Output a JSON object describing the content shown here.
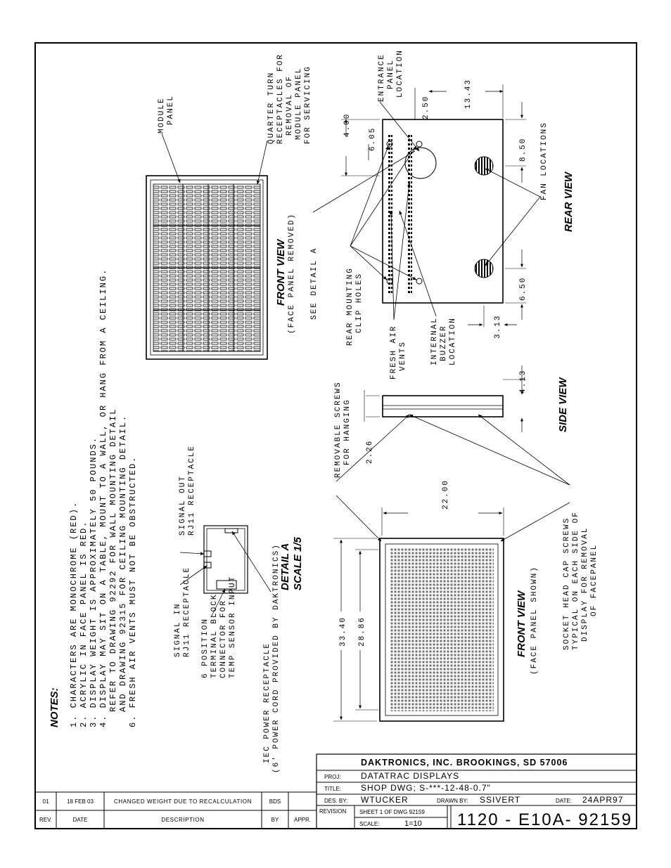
{
  "notes": {
    "title": "NOTES:",
    "items": [
      "1. CHARACTERS ARE MONOCHROME (RED).",
      "2. ACRYLIC IN FACE PANEL IS RED.",
      "3. DISPLAY WEIGHT IS APPROXIMATELY 50 POUNDS.",
      "4. DISPLAY MAY SIT ON A TABLE, MOUNT TO A WALL, OR HANG FROM A CEILING.",
      "REFER TO DRAWING 92292 FOR WALL MOUNTING DETAIL",
      "AND DRAWING 92315 FOR CEILING MOUNTING DETAIL.",
      "6. FRESH AIR VENTS MUST NOT BE OBSTRUCTED."
    ]
  },
  "views": {
    "front_removed": {
      "title": "FRONT VIEW",
      "subtitle": "(FACE PANEL REMOVED)",
      "see_detail": "SEE DETAIL A"
    },
    "front_shown": {
      "title": "FRONT VIEW",
      "subtitle": "(FACE PANEL SHOWN)"
    },
    "side": {
      "title": "SIDE VIEW"
    },
    "rear": {
      "title": "REAR VIEW"
    },
    "detail": {
      "title": "DETAIL A",
      "scale": "SCALE 1/5"
    }
  },
  "callouts": {
    "module_panel": [
      "MODULE",
      "PANEL"
    ],
    "quarter_turn": [
      "QUARTER TURN",
      "RECEPTACLES FOR",
      "REMOVAL OF",
      "MODULE PANEL",
      "FOR SERVICING"
    ],
    "entrance_panel": [
      "ENTRANCE",
      "PANEL",
      "LOCATION"
    ],
    "fan_locations": [
      "FAN LOCATIONS"
    ],
    "rear_mounting": [
      "REAR MOUNTING",
      "CLIP HOLES"
    ],
    "fresh_air": [
      "FRESH AIR",
      "VENTS"
    ],
    "internal_buzzer": [
      "INTERNAL",
      "BUZZER",
      "LOCATION"
    ],
    "removable_screws": [
      "REMOVABLE SCREWS",
      "FOR HANGING"
    ],
    "socket_head": [
      "SOCKET HEAD CAP SCREWS",
      "TYPICAL ON EACH SIDE OF",
      "DISPLAY FOR REMOVAL",
      "OF FACEPANEL"
    ],
    "signal_out": [
      "SIGNAL OUT",
      "RJ11 RECEPTACLE"
    ],
    "signal_in": [
      "SIGNAL IN",
      "RJ11 RECEPTACLE"
    ],
    "terminal_block": [
      "6 POSITION",
      "TERMINAL BLOCK",
      "CONNECTOR FOR",
      "TEMP SENSOR INPUT"
    ],
    "iec_power": [
      "IEC POWER RECEPTACLE",
      "(6' POWER CORD PROVIDED BY DAKTRONICS)"
    ]
  },
  "dimensions": {
    "d_4_00": "4.00",
    "d_6_05": "6.05",
    "d_2_50": "2.50",
    "d_13_43": "13.43",
    "d_8_50": "8.50",
    "d_6_50": "6.50",
    "d_3_13": "3.13",
    "d_4_13": "4.13",
    "d_2_26": "2.26",
    "d_22_00": "22.00",
    "d_33_40": "33.40",
    "d_28_86": "28.86"
  },
  "title_block": {
    "company": "DAKTRONICS, INC.  BROOKINGS, SD 57006",
    "proj_label": "PROJ:",
    "proj_value": "DATATRAC DISPLAYS",
    "title_label": "TITLE:",
    "title_value": "SHOP DWG; S-***-12-48-0.7\"",
    "des_label": "DES. BY:",
    "des_value": "WTUCKER",
    "drawn_label": "DRAWN BY:",
    "drawn_value": "SSIVERT",
    "date_label": "DATE:",
    "date_value": "24APR97",
    "revision_label": "REVISION",
    "sheet": "SHEET 1 OF DWG 92159",
    "scale_label": "SCALE:",
    "scale_value": "1=10",
    "dwg_number": "1120 - E10A- 92159"
  },
  "revisions": {
    "headers": {
      "rev": "REV.",
      "date": "DATE",
      "description": "DESCRIPTION",
      "by": "BY",
      "appr": "APPR."
    },
    "rows": [
      {
        "rev": "01",
        "date": "18 FEB 03",
        "description": "CHANGED WEIGHT DUE TO RECALCULATION",
        "by": "BDS",
        "appr": ""
      }
    ]
  }
}
